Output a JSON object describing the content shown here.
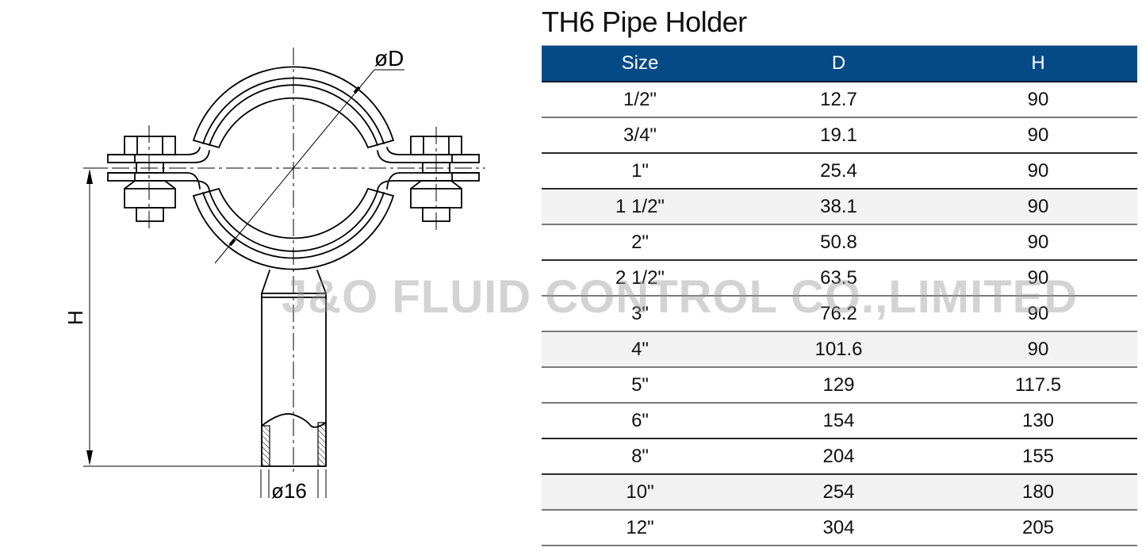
{
  "title": "TH6 Pipe Holder",
  "watermark": "J&O FLUID CONTROL CO.,LIMITED",
  "drawing": {
    "diameter_label": "øD",
    "height_label": "H",
    "stem_diameter_label": "ø16"
  },
  "colors": {
    "header_bg": "#034a87",
    "header_text": "#ffffff",
    "shaded_row": "#f2f2f2"
  },
  "table": {
    "headers": [
      "Size",
      "D",
      "H"
    ],
    "rows": [
      {
        "size": "1/2\"",
        "d": "12.7",
        "h": "90",
        "shaded": false
      },
      {
        "size": "3/4\"",
        "d": "19.1",
        "h": "90",
        "shaded": false
      },
      {
        "size": "1\"",
        "d": "25.4",
        "h": "90",
        "shaded": false
      },
      {
        "size": "1 1/2\"",
        "d": "38.1",
        "h": "90",
        "shaded": true
      },
      {
        "size": "2\"",
        "d": "50.8",
        "h": "90",
        "shaded": false
      },
      {
        "size": "2 1/2\"",
        "d": "63.5",
        "h": "90",
        "shaded": false
      },
      {
        "size": "3\"",
        "d": "76.2",
        "h": "90",
        "shaded": false
      },
      {
        "size": "4\"",
        "d": "101.6",
        "h": "90",
        "shaded": true
      },
      {
        "size": "5\"",
        "d": "129",
        "h": "117.5",
        "shaded": false
      },
      {
        "size": "6\"",
        "d": "154",
        "h": "130",
        "shaded": false
      },
      {
        "size": "8\"",
        "d": "204",
        "h": "155",
        "shaded": false
      },
      {
        "size": "10\"",
        "d": "254",
        "h": "180",
        "shaded": true
      },
      {
        "size": "12\"",
        "d": "304",
        "h": "205",
        "shaded": false
      }
    ]
  }
}
